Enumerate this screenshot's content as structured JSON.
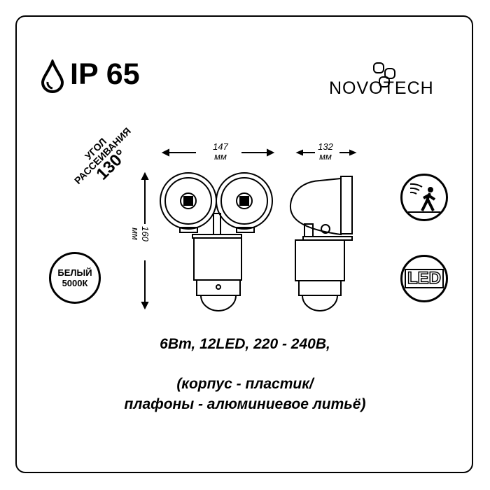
{
  "header": {
    "ip_rating": "IP 65",
    "brand": "NOVOTECH"
  },
  "beam_angle": {
    "label1": "УГОЛ",
    "label2": "РАССЕИВАНИЯ",
    "value": "130°"
  },
  "dimensions": {
    "width": "147",
    "width_unit": "мм",
    "depth": "132",
    "depth_unit": "мм",
    "height": "160",
    "height_unit": "мм"
  },
  "color_temp": {
    "label": "БЕЛЫЙ",
    "value": "5000К"
  },
  "led_badge": "LED",
  "specs": {
    "line1": "6Вт, 12LED, 220 - 240В,",
    "line2": "(корпус - пластик/",
    "line3": "плафоны - алюминиевое литьё)"
  }
}
